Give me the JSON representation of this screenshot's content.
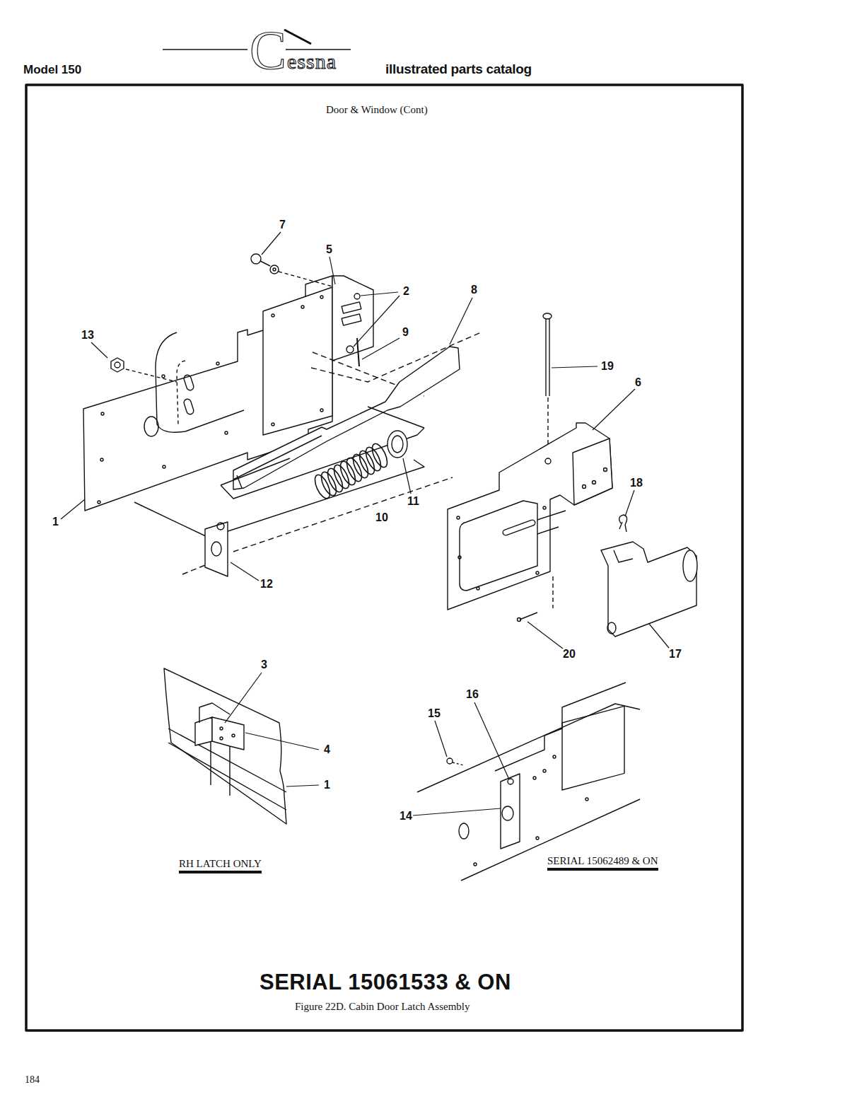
{
  "diagram": {
    "title": "Door & Window (Cont)",
    "caption": "Figure 22D. Cabin Door Latch Assembly",
    "labels": [
      "Model 150",
      "Cessna",
      "illustrated parts catalog",
      "7",
      "5",
      "2",
      "8",
      "13",
      "9",
      "19",
      "6",
      "18",
      "11",
      "10",
      "1",
      "12",
      "20",
      "17",
      "3",
      "16",
      "15",
      "4",
      "1",
      "14",
      "RH LATCH ONLY",
      "SERIAL 15062489 & ON",
      "SERIAL 15061533 & ON",
      "184"
    ]
  }
}
